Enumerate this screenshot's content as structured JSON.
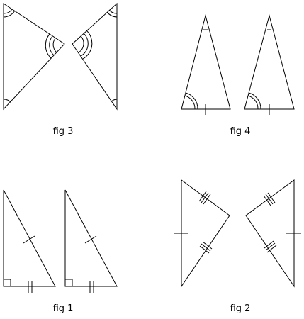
{
  "colors": {
    "stroke": "#000000",
    "background": "#ffffff"
  },
  "figures": {
    "fig3": {
      "label": "fig 3"
    },
    "fig4": {
      "label": "fig 4"
    },
    "fig1": {
      "label": "fig 1"
    },
    "fig2": {
      "label": "fig 2"
    }
  }
}
